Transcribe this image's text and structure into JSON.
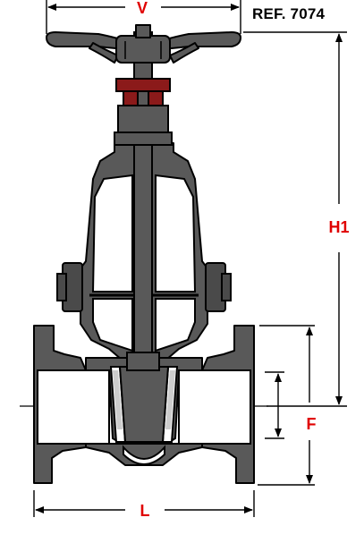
{
  "reference": {
    "text": "REF. 7074"
  },
  "dimensions": {
    "v": "V",
    "h1": "H1",
    "f": "F",
    "l": "L"
  },
  "colors": {
    "body": "#595959",
    "outline": "#000000",
    "dimension_label": "#e00000",
    "gland_nut": "#8b1a1a"
  }
}
